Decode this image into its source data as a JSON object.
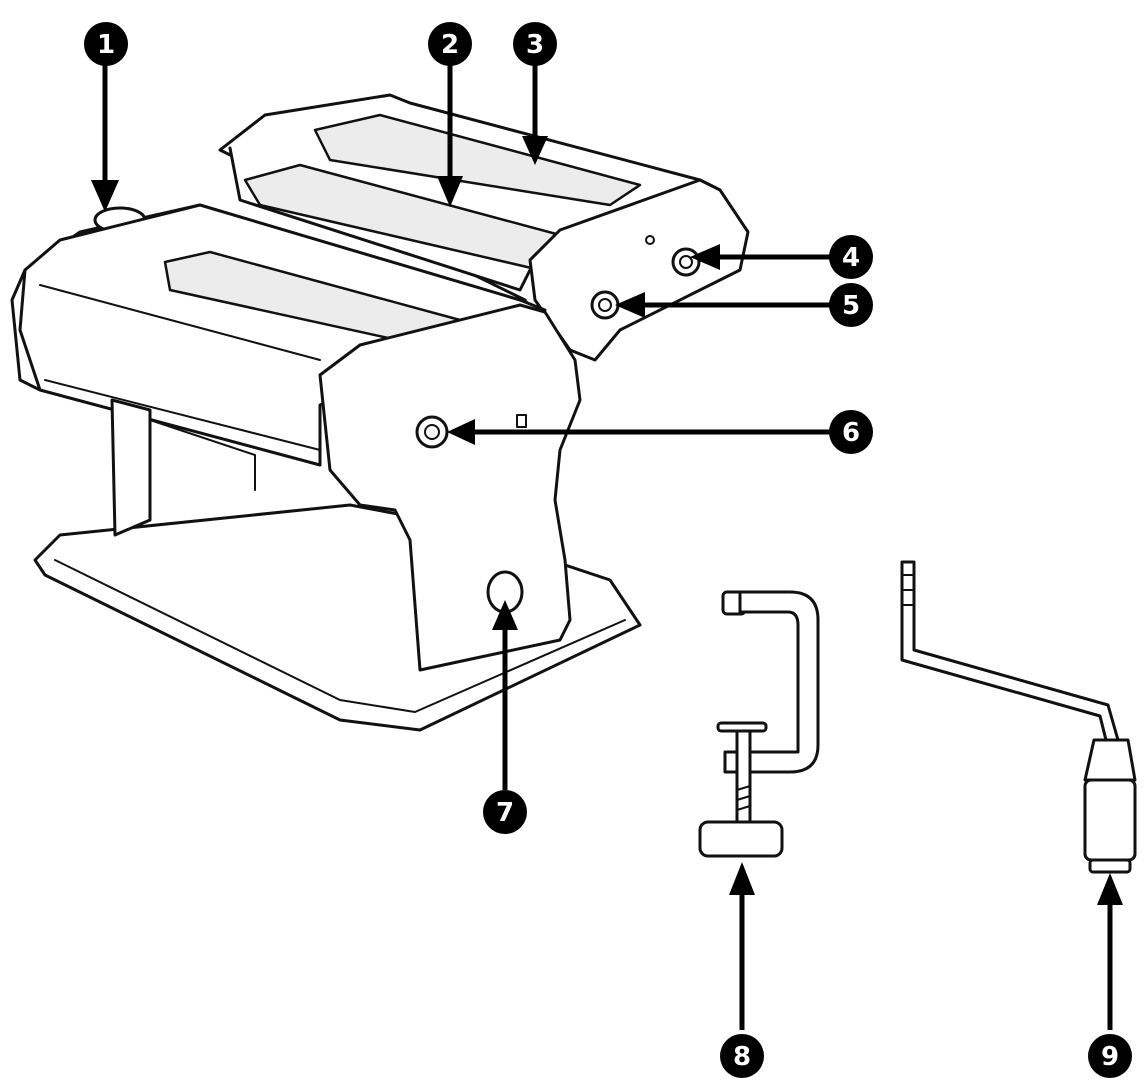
{
  "diagram": {
    "callouts": [
      {
        "number": "1"
      },
      {
        "number": "2"
      },
      {
        "number": "3"
      },
      {
        "number": "4"
      },
      {
        "number": "5"
      },
      {
        "number": "6"
      },
      {
        "number": "7"
      },
      {
        "number": "8"
      },
      {
        "number": "9"
      }
    ],
    "colors": {
      "line": "#111111",
      "fill": "#ffffff",
      "badge": "#000000",
      "badge_text": "#ffffff"
    }
  }
}
